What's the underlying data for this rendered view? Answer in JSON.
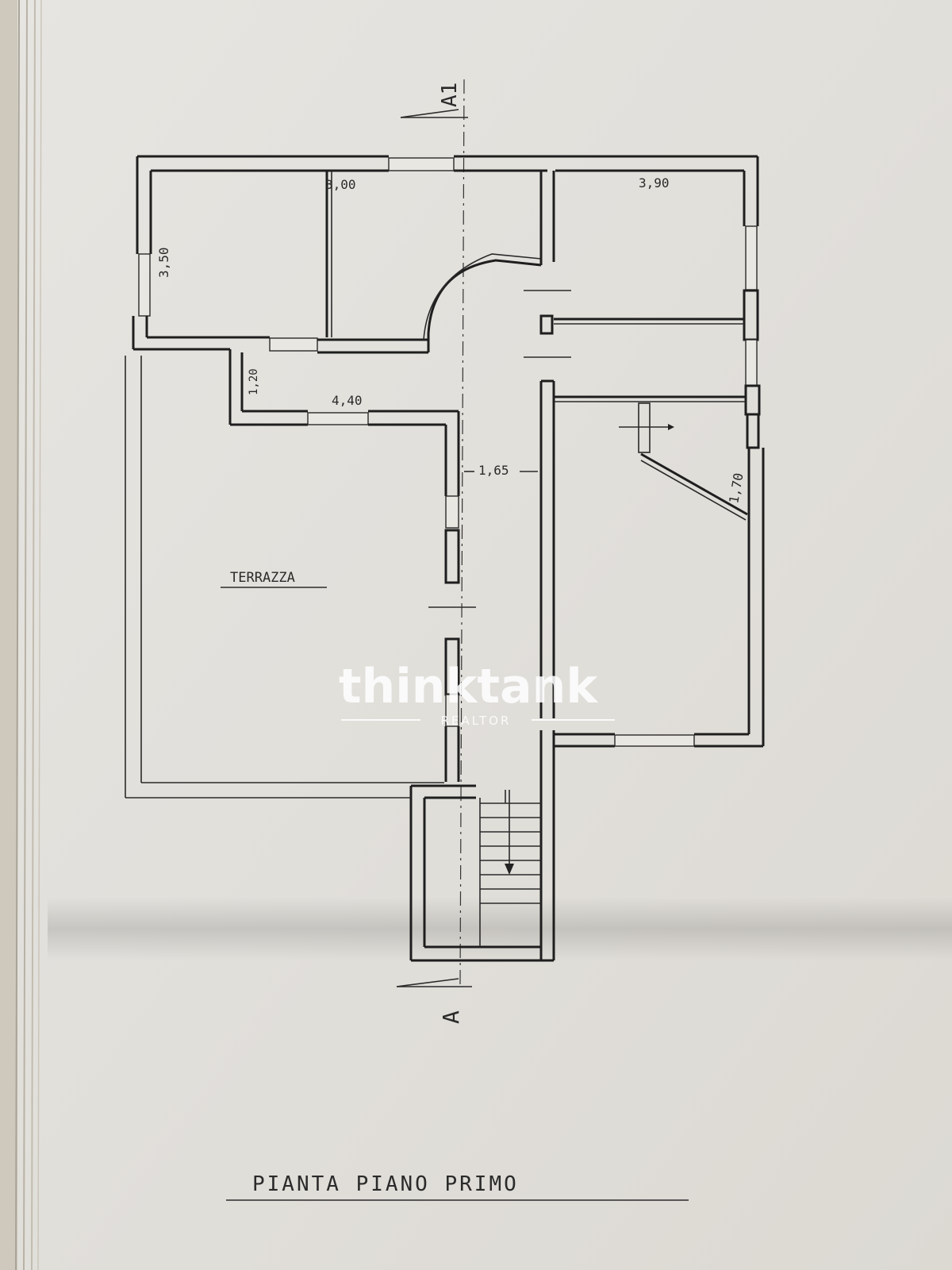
{
  "drawing": {
    "title": "PIANTA PIANO PRIMO",
    "section_mark_top": "A1",
    "section_mark_bottom": "A",
    "room_label_terrace": "TERRAZZA",
    "dimensions": {
      "top_left_room_height": "3,50",
      "top_middle_room_width": "3,00",
      "top_right_room_width": "3,90",
      "hall_step": "1,20",
      "terrace_wall": "4,40",
      "corridor_width": "1,65",
      "right_room_dim": "1,70"
    }
  },
  "watermark": {
    "brand": "thinktank",
    "tagline": "REALTOR"
  },
  "colors": {
    "paper": "#e4e2dd",
    "ink": "#1e1e1e",
    "watermark": "#ffffff"
  }
}
